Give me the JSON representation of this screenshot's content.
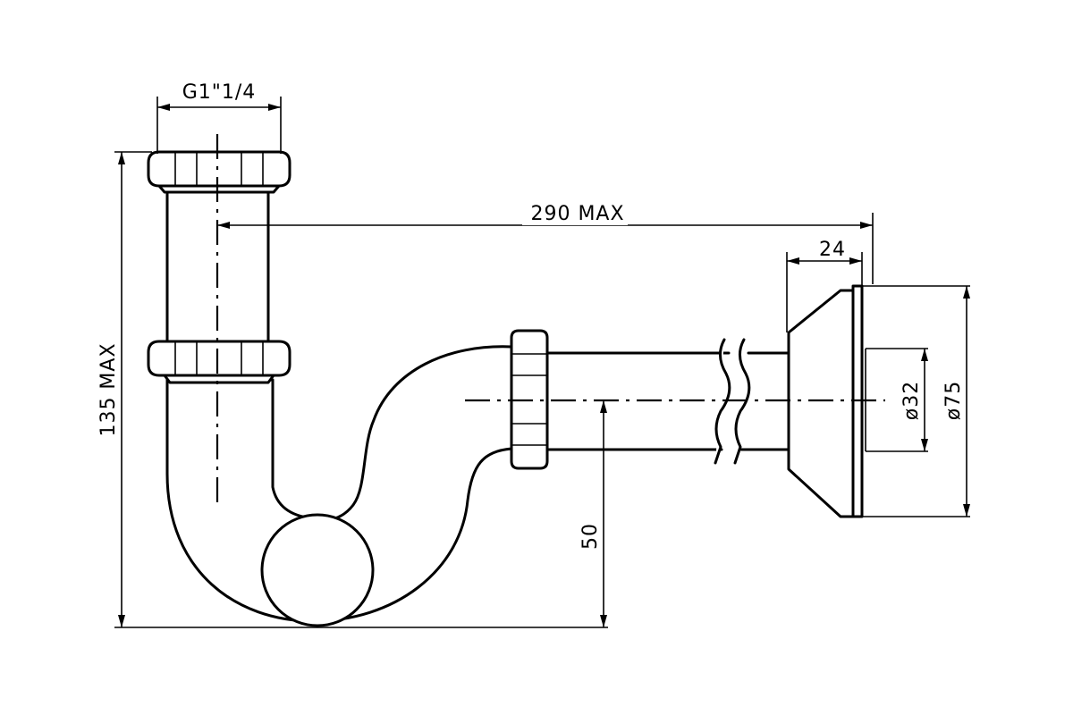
{
  "drawing": {
    "colors": {
      "line": "#000000",
      "background": "#ffffff"
    },
    "dimensions": {
      "thread": "G1\"1/4",
      "overall_length": "290 MAX",
      "flange_depth": "24",
      "pipe_diameter": "ø32",
      "flange_diameter": "ø75",
      "outlet_height": "50",
      "overall_height": "135 MAX"
    }
  }
}
